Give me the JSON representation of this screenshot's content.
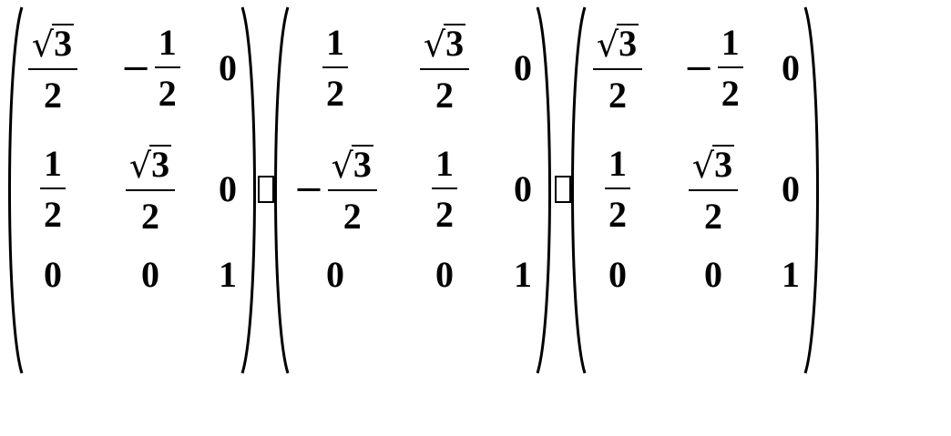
{
  "expression": {
    "operator_glyph": "□",
    "matrices": [
      {
        "rows": [
          [
            {
              "type": "frac",
              "sign": "",
              "sqrt": true,
              "num": "3",
              "den": "2"
            },
            {
              "type": "frac",
              "sign": "−",
              "sqrt": false,
              "num": "1",
              "den": "2"
            },
            {
              "type": "int",
              "value": "0"
            }
          ],
          [
            {
              "type": "frac",
              "sign": "",
              "sqrt": false,
              "num": "1",
              "den": "2"
            },
            {
              "type": "frac",
              "sign": "",
              "sqrt": true,
              "num": "3",
              "den": "2"
            },
            {
              "type": "int",
              "value": "0"
            }
          ],
          [
            {
              "type": "int",
              "value": "0"
            },
            {
              "type": "int",
              "value": "0"
            },
            {
              "type": "int",
              "value": "1"
            }
          ]
        ]
      },
      {
        "rows": [
          [
            {
              "type": "frac",
              "sign": "",
              "sqrt": false,
              "num": "1",
              "den": "2"
            },
            {
              "type": "frac",
              "sign": "",
              "sqrt": true,
              "num": "3",
              "den": "2"
            },
            {
              "type": "int",
              "value": "0"
            }
          ],
          [
            {
              "type": "frac",
              "sign": "−",
              "sqrt": true,
              "num": "3",
              "den": "2"
            },
            {
              "type": "frac",
              "sign": "",
              "sqrt": false,
              "num": "1",
              "den": "2"
            },
            {
              "type": "int",
              "value": "0"
            }
          ],
          [
            {
              "type": "int",
              "value": "0"
            },
            {
              "type": "int",
              "value": "0"
            },
            {
              "type": "int",
              "value": "1"
            }
          ]
        ]
      },
      {
        "rows": [
          [
            {
              "type": "frac",
              "sign": "",
              "sqrt": true,
              "num": "3",
              "den": "2"
            },
            {
              "type": "frac",
              "sign": "−",
              "sqrt": false,
              "num": "1",
              "den": "2"
            },
            {
              "type": "int",
              "value": "0"
            }
          ],
          [
            {
              "type": "frac",
              "sign": "",
              "sqrt": false,
              "num": "1",
              "den": "2"
            },
            {
              "type": "frac",
              "sign": "",
              "sqrt": true,
              "num": "3",
              "den": "2"
            },
            {
              "type": "int",
              "value": "0"
            }
          ],
          [
            {
              "type": "int",
              "value": "0"
            },
            {
              "type": "int",
              "value": "0"
            },
            {
              "type": "int",
              "value": "1"
            }
          ]
        ]
      }
    ]
  }
}
